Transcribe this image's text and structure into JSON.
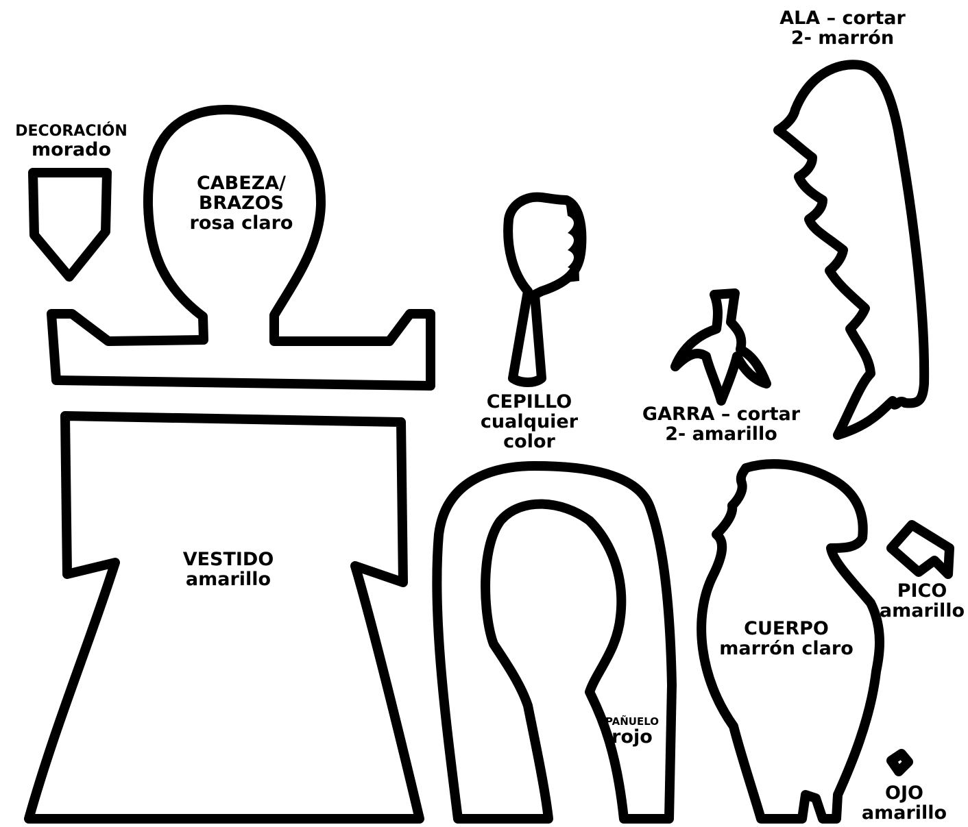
{
  "pieces": {
    "decoracion": {
      "name": "DECORACIÓN",
      "color": "morado"
    },
    "cabeza": {
      "name1": "CABEZA/",
      "name2": "BRAZOS",
      "color": "rosa claro"
    },
    "vestido": {
      "name": "VESTIDO",
      "color": "amarillo"
    },
    "cepillo": {
      "name": "CEPILLO",
      "color1": "cualquier",
      "color2": "color"
    },
    "ala": {
      "name": "ALA – cortar",
      "color": "2- marrón"
    },
    "garra": {
      "name": "GARRA – cortar",
      "color": "2- amarillo"
    },
    "panuelo": {
      "name": "PAÑUELO",
      "color": "rojo"
    },
    "cuerpo": {
      "name": "CUERPO",
      "color": "marrón claro"
    },
    "pico": {
      "name": "PICO",
      "color": "amarillo"
    },
    "ojo": {
      "name": "OJO",
      "color": "amarillo"
    }
  },
  "colors": {
    "outline": "#000000",
    "background": "#ffffff"
  }
}
